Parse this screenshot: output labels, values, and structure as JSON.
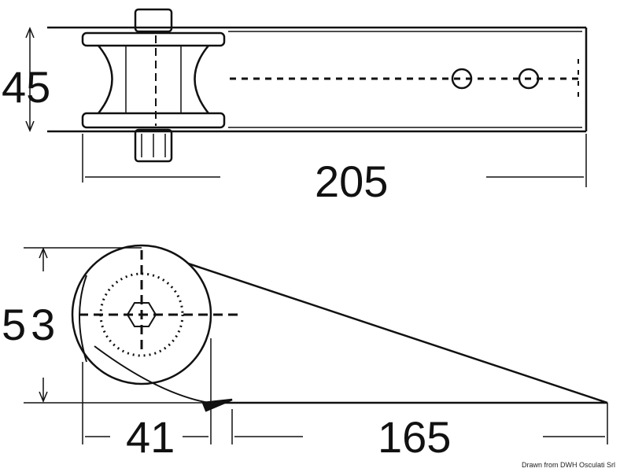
{
  "dimensions": {
    "top_height": "45",
    "top_length": "205",
    "side_height": "53",
    "side_roller": "41",
    "side_length": "165"
  },
  "credit": "Drawn from DWH Osculati Srl",
  "colors": {
    "line": "#111111",
    "background": "#ffffff"
  }
}
